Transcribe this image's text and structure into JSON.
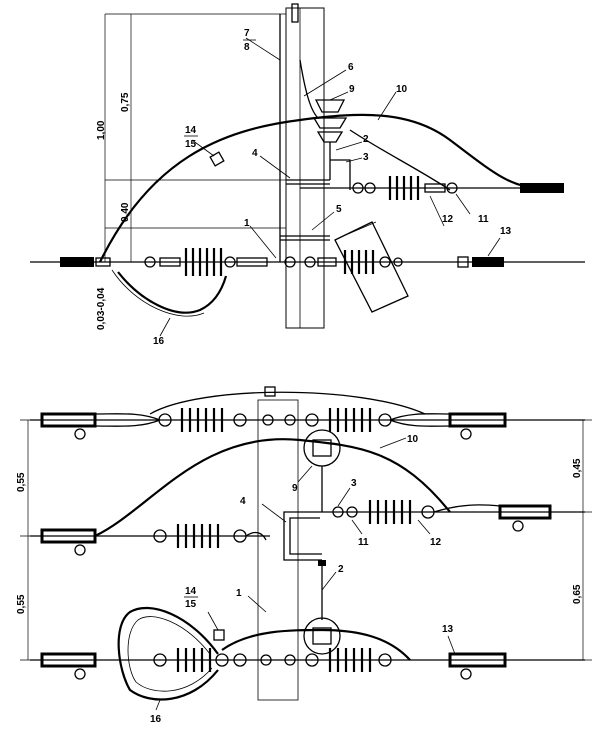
{
  "side_view": {
    "dimensions": [
      "1,00",
      "0,75",
      "0,40",
      "0,03-0,04"
    ],
    "labels": {
      "l1": "1",
      "l2": "2",
      "l3": "3",
      "l4": "4",
      "l5": "5",
      "l6": "6",
      "l7": "7",
      "l8": "8",
      "l9": "9",
      "l10": "10",
      "l11": "11",
      "l12": "12",
      "l13": "13",
      "l14": "14",
      "l15": "15",
      "l16": "16"
    }
  },
  "plan_view": {
    "dimensions": [
      "0,55",
      "0,55",
      "0,45",
      "0,65"
    ],
    "labels": {
      "l1": "1",
      "l2": "2",
      "l3": "3",
      "l4": "4",
      "l9": "9",
      "l10": "10",
      "l11": "11",
      "l12": "12",
      "l13": "13",
      "l14": "14",
      "l15": "15",
      "l16": "16"
    }
  }
}
